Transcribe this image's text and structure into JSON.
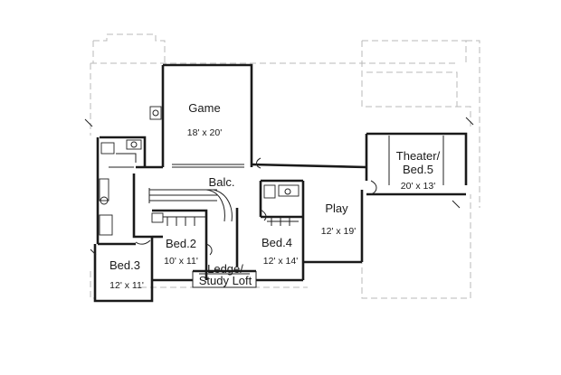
{
  "rooms": {
    "game": {
      "name": "Game",
      "size": "18' x 20'"
    },
    "balcony": {
      "name": "Balc."
    },
    "theater": {
      "name_line1": "Theater/",
      "name_line2": "Bed.5",
      "size": "20' x 13'"
    },
    "play": {
      "name": "Play",
      "size": "12' x 19'"
    },
    "bed2": {
      "name": "Bed.2",
      "size": "10' x 11'"
    },
    "bed3": {
      "name": "Bed.3",
      "size": "12' x 11'"
    },
    "bed4": {
      "name": "Bed.4",
      "size": "12' x 14'"
    },
    "loft": {
      "name_line1": "Ledge/",
      "name_line2": "Study Loft"
    }
  }
}
